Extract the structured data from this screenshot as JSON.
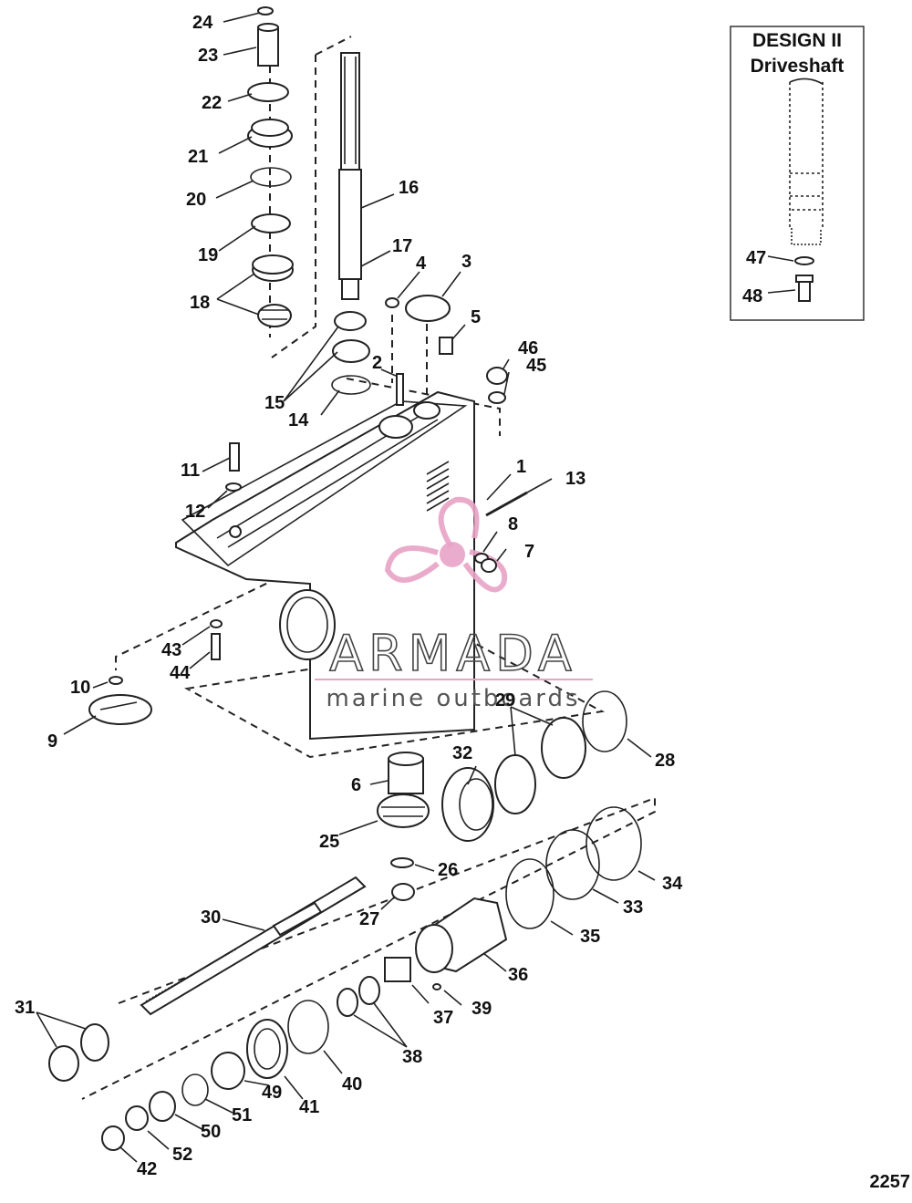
{
  "inset": {
    "title_line1": "DESIGN II",
    "title_line2": "Driveshaft",
    "callouts": [
      "47",
      "48"
    ]
  },
  "watermark": {
    "brand": "ARMADA",
    "tagline": "marine outboards",
    "accent_color": "#e8a3c6"
  },
  "drawing_number": "2257",
  "callouts": {
    "c1": "1",
    "c2": "2",
    "c3": "3",
    "c4": "4",
    "c5": "5",
    "c6": "6",
    "c7": "7",
    "c8": "8",
    "c9": "9",
    "c10": "10",
    "c11": "11",
    "c12": "12",
    "c13": "13",
    "c14": "14",
    "c15": "15",
    "c16": "16",
    "c17": "17",
    "c18": "18",
    "c19": "19",
    "c20": "20",
    "c21": "21",
    "c22": "22",
    "c23": "23",
    "c24": "24",
    "c25": "25",
    "c26": "26",
    "c27": "27",
    "c28": "28",
    "c29": "29",
    "c30": "30",
    "c31": "31",
    "c32": "32",
    "c33": "33",
    "c34": "34",
    "c35": "35",
    "c36": "36",
    "c37": "37",
    "c38": "38",
    "c39": "39",
    "c40": "40",
    "c41": "41",
    "c42": "42",
    "c43": "43",
    "c44": "44",
    "c45": "45",
    "c46": "46",
    "c49": "49",
    "c50": "50",
    "c51": "51",
    "c52": "52"
  }
}
